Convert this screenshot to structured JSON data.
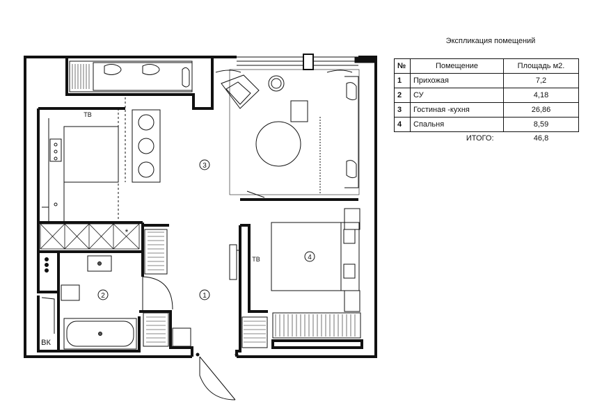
{
  "plan": {
    "room_markers": [
      {
        "id": "1"
      },
      {
        "id": "2"
      },
      {
        "id": "3"
      },
      {
        "id": "4"
      }
    ],
    "labels": {
      "tv_kitchen": "ТВ",
      "tv_bedroom": "ТВ",
      "water_heater": "ВК",
      "asterisk": "*"
    }
  },
  "legend": {
    "title": "Экспликация помещений",
    "headers": {
      "num": "№",
      "room": "Помещение",
      "area": "Площадь м2."
    },
    "rows": [
      {
        "num": "1",
        "room": "Прихожая",
        "area": "7,2"
      },
      {
        "num": "2",
        "room": "СУ",
        "area": "4,18"
      },
      {
        "num": "3",
        "room": "Гостиная -кухня",
        "area": "26,86"
      },
      {
        "num": "4",
        "room": "Спальня",
        "area": "8,59"
      }
    ],
    "total": {
      "label": "ИТОГО:",
      "area": "46,8"
    }
  }
}
